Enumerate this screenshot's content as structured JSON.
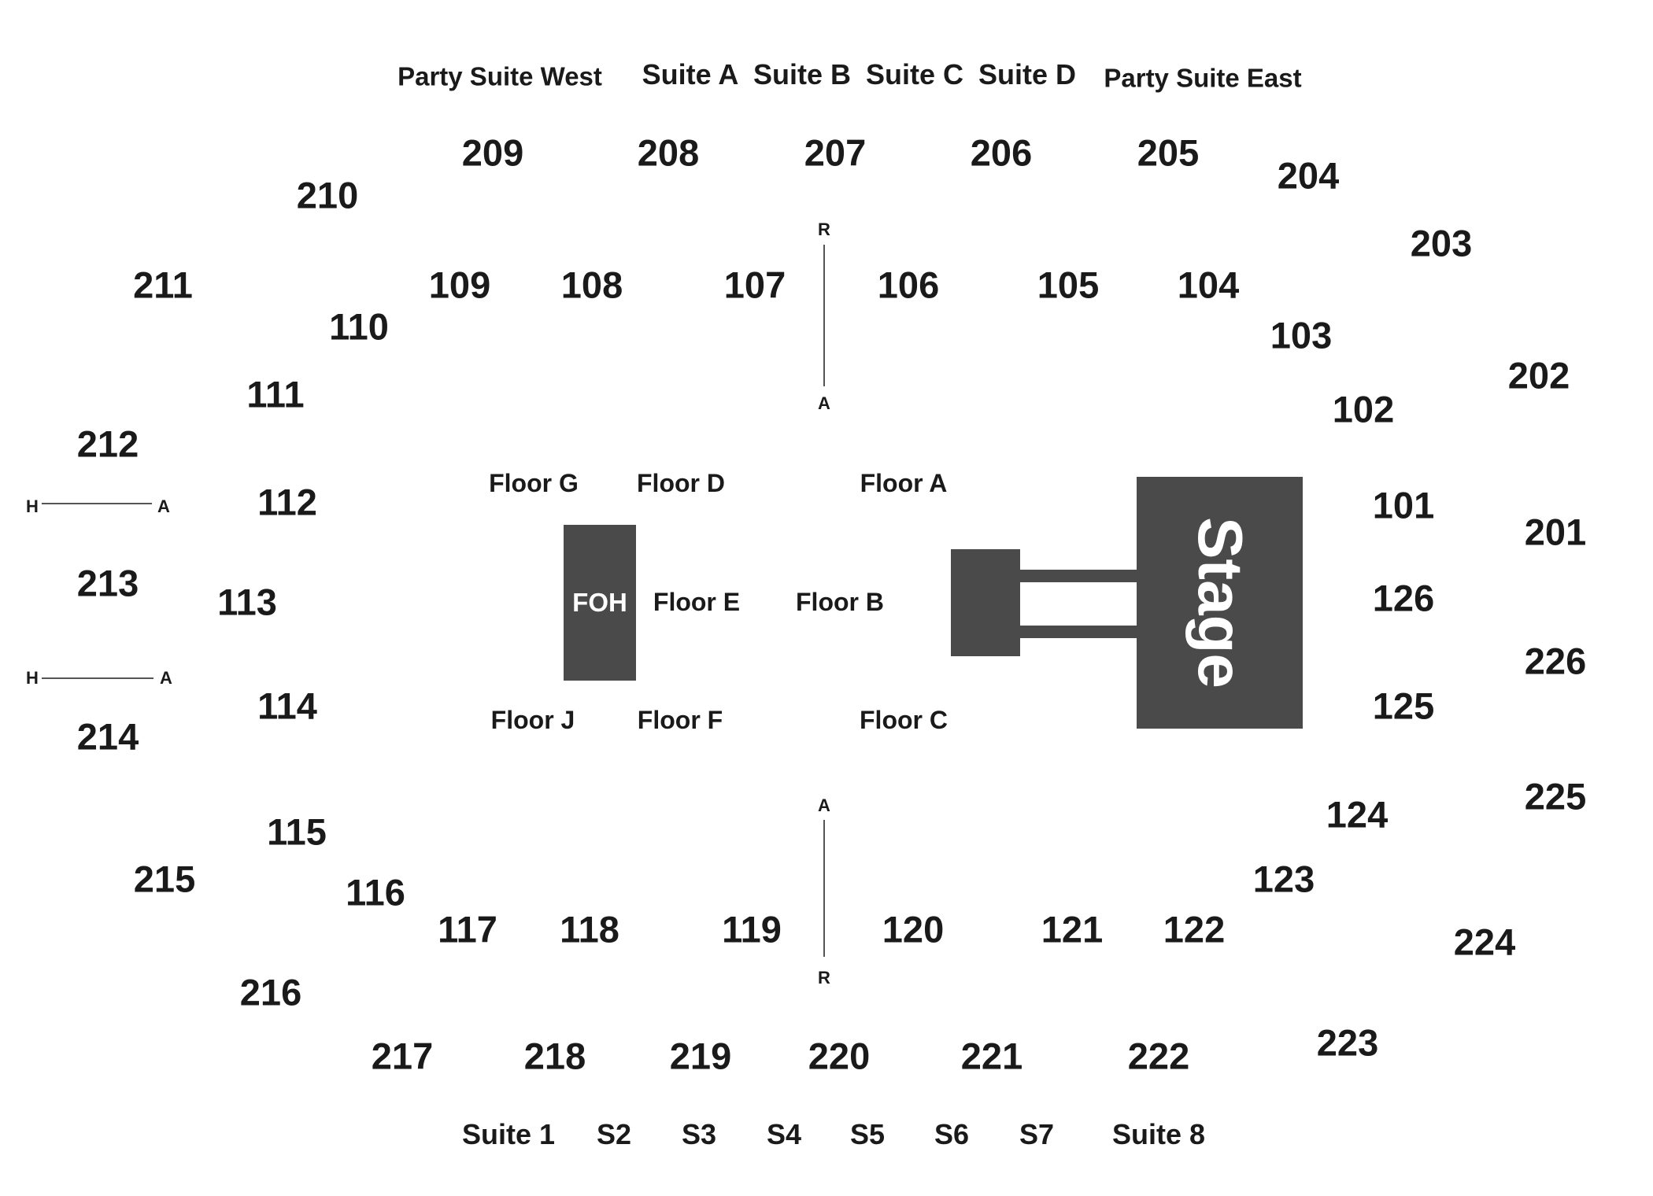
{
  "title": "",
  "suites_top": {
    "party_west": "Party Suite West",
    "suite_a": "Suite A",
    "suite_b": "Suite B",
    "suite_c": "Suite C",
    "suite_d": "Suite D",
    "party_east": "Party Suite East"
  },
  "suites_bottom": {
    "suite_1": "Suite 1",
    "s2": "S2",
    "s3": "S3",
    "s4": "S4",
    "s5": "S5",
    "s6": "S6",
    "s7": "S7",
    "suite_8": "Suite 8"
  },
  "upper_sections": {
    "s201": "201",
    "s202": "202",
    "s203": "203",
    "s204": "204",
    "s205": "205",
    "s206": "206",
    "s207": "207",
    "s208": "208",
    "s209": "209",
    "s210": "210",
    "s211": "211",
    "s212": "212",
    "s213": "213",
    "s214": "214",
    "s215": "215",
    "s216": "216",
    "s217": "217",
    "s218": "218",
    "s219": "219",
    "s220": "220",
    "s221": "221",
    "s222": "222",
    "s223": "223",
    "s224": "224",
    "s225": "225",
    "s226": "226"
  },
  "lower_sections": {
    "s101": "101",
    "s102": "102",
    "s103": "103",
    "s104": "104",
    "s105": "105",
    "s106": "106",
    "s107": "107",
    "s108": "108",
    "s109": "109",
    "s110": "110",
    "s111": "111",
    "s112": "112",
    "s113": "113",
    "s114": "114",
    "s115": "115",
    "s116": "116",
    "s117": "117",
    "s118": "118",
    "s119": "119",
    "s120": "120",
    "s121": "121",
    "s122": "122",
    "s123": "123",
    "s124": "124",
    "s125": "125",
    "s126": "126"
  },
  "floor": {
    "a": "Floor A",
    "b": "Floor B",
    "c": "Floor C",
    "d": "Floor D",
    "e": "Floor E",
    "f": "Floor F",
    "g": "Floor G",
    "j": "Floor J"
  },
  "stage": {
    "label": "Stage",
    "foh": "FOH",
    "color": "#4a4a4a"
  },
  "markers": {
    "top_r": "R",
    "top_a": "A",
    "bottom_a": "A",
    "bottom_r": "R",
    "left1_h": "H",
    "left1_a": "A",
    "left2_h": "H",
    "left2_a": "A"
  }
}
